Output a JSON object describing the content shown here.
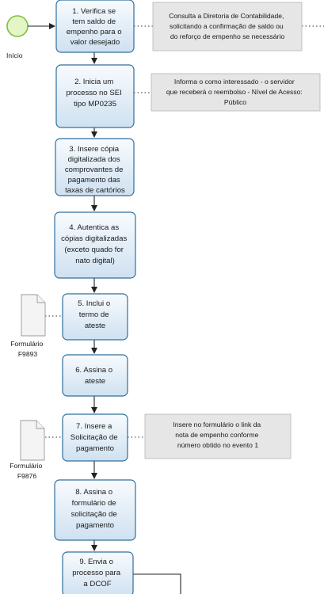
{
  "start_event": {
    "label": "Início"
  },
  "tasks": [
    {
      "lines": [
        "1. Verifica se",
        "tem saldo de",
        "empenho para o",
        "valor desejado"
      ]
    },
    {
      "lines": [
        "2. Inicia um",
        "processo no SEI",
        "tipo MP0235"
      ]
    },
    {
      "lines": [
        "3. Insere cópia",
        "digitalizada dos",
        "comprovantes de",
        "pagamento das",
        "taxas de cartórios"
      ]
    },
    {
      "lines": [
        "4. Autentica as",
        "cópias digitalizadas",
        "(exceto quado for",
        "nato digital)"
      ]
    },
    {
      "lines": [
        "5. Inclui o",
        "termo de",
        "ateste"
      ]
    },
    {
      "lines": [
        "6. Assina  o",
        "ateste"
      ]
    },
    {
      "lines": [
        "7. Insere a",
        "Solicitação de",
        "pagamento"
      ]
    },
    {
      "lines": [
        "8. Assina  o",
        "formulário de",
        "solicitação de",
        "pagamento"
      ]
    },
    {
      "lines": [
        "9. Envia o",
        "processo para",
        "a DCOF"
      ]
    }
  ],
  "annotations": [
    {
      "lines": [
        "Consulta a Diretoria de Contabilidade,",
        "solicitando a confirmação de saldo  ou",
        "do reforço de empenho se necessário"
      ]
    },
    {
      "lines": [
        "Informa o como  interessado - o servidor",
        "que receberá o reembolso - Nível de Acesso:",
        "Público"
      ]
    },
    {
      "lines": [
        "Insere no formulário o link da",
        "nota de empenho conforme",
        "número obtido no evento 1"
      ]
    }
  ],
  "documents": [
    {
      "lines": [
        "Formulário",
        "F9893"
      ]
    },
    {
      "lines": [
        "Formulário",
        "F9876"
      ]
    }
  ],
  "colors": {
    "task_fill_top": "#f8fbfe",
    "task_fill_bottom": "#cfe1f1",
    "task_border": "#2f6f9f",
    "start_fill": "#e4f5c6",
    "start_border": "#7fbf3f",
    "annotation_fill": "#e6e6e6"
  }
}
